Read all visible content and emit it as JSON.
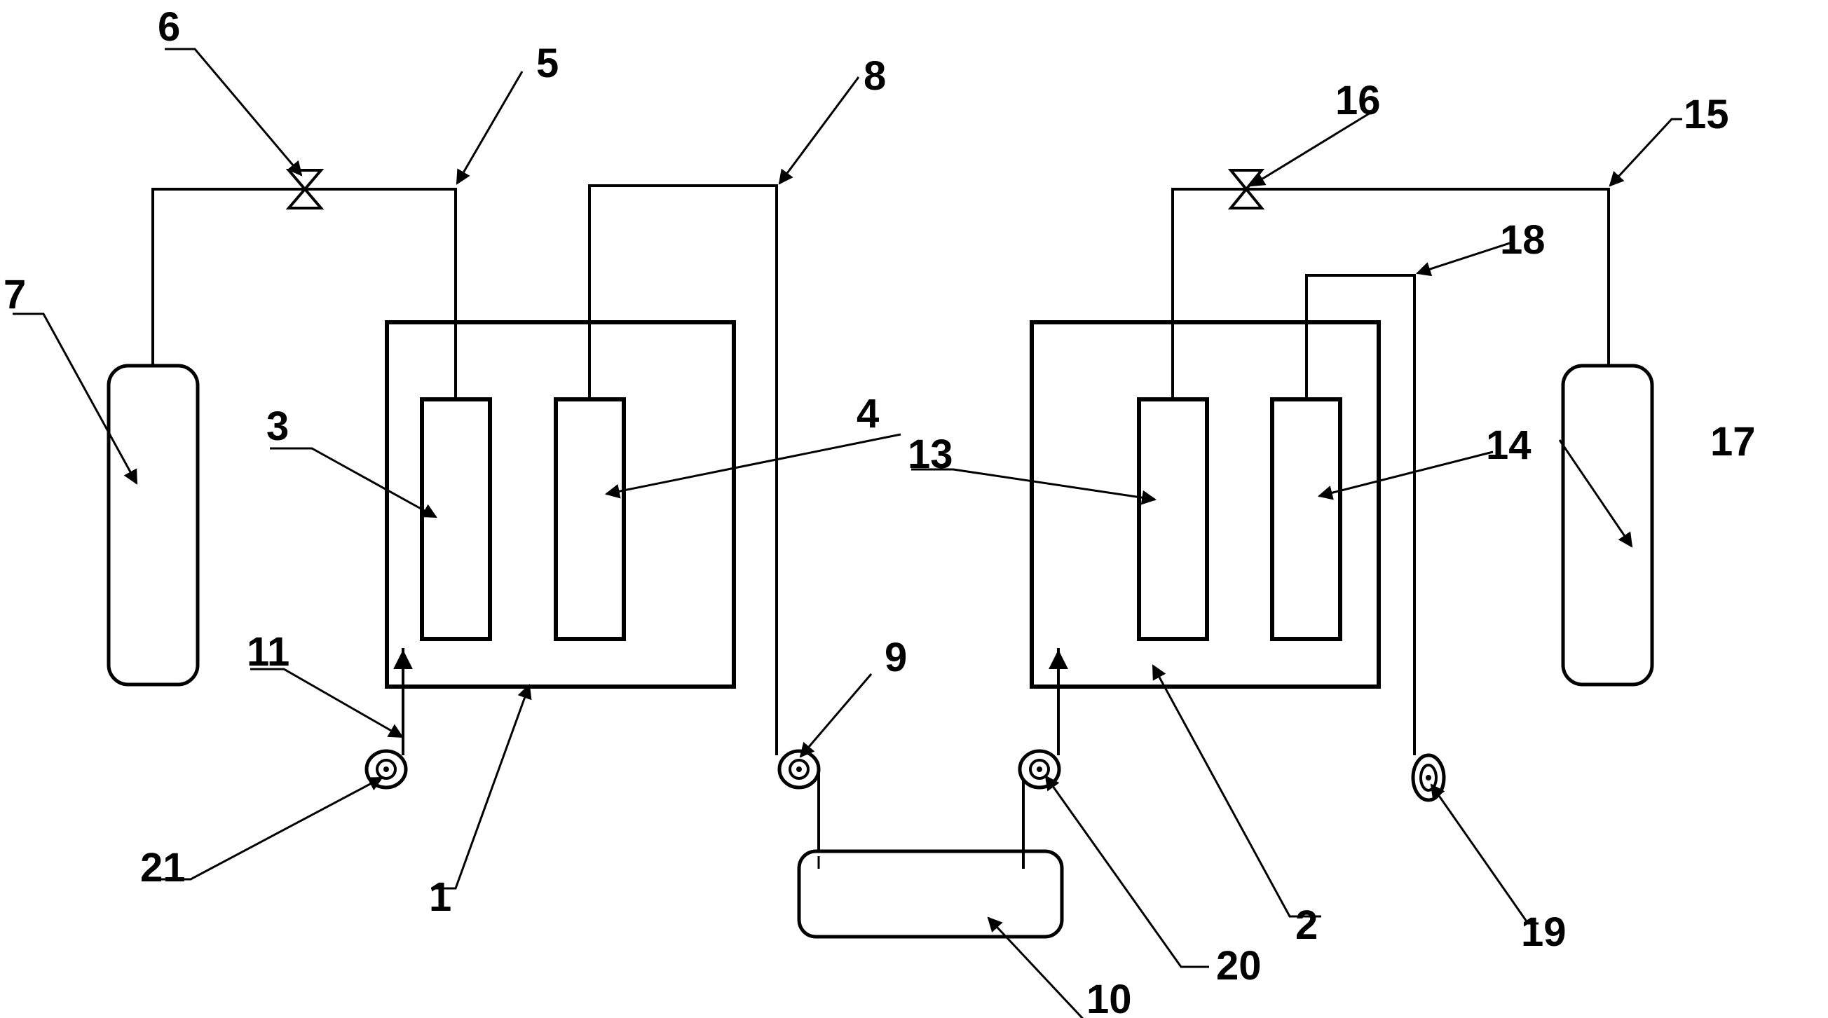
{
  "diagram": {
    "labels": {
      "l1": "1",
      "l2": "2",
      "l3": "3",
      "l4": "4",
      "l5": "5",
      "l6": "6",
      "l7": "7",
      "l8": "8",
      "l9": "9",
      "l10": "10",
      "l11": "11",
      "l13": "13",
      "l14": "14",
      "l15": "15",
      "l16": "16",
      "l17": "17",
      "l18": "18",
      "l19": "19",
      "l20": "20",
      "l21": "21"
    }
  }
}
